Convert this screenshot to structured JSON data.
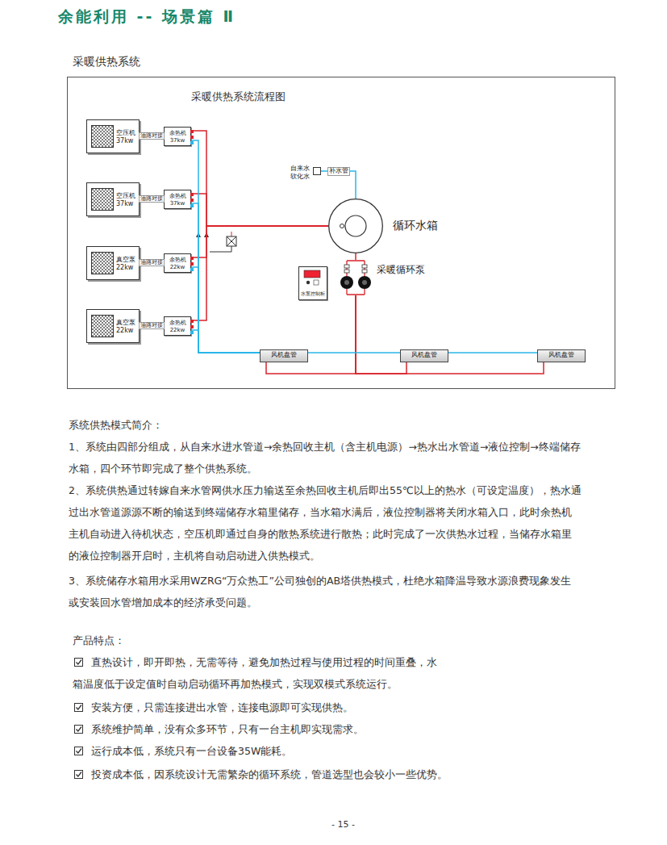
{
  "diagram": {
    "title": "余能利用 -- 场景篇 Ⅱ",
    "nodes": [
      {
        "text": [
          "空压机 37kw"
        ]
      },
      {
        "text": [
          "余热机 37kw"
        ]
      },
      {
        "text": [
          "空压机 37kw"
        ]
      },
      {
        "text": [
          "余热机 37kw"
        ]
      },
      {
        "text": [
          "真空泵 22kw"
        ]
      },
      {
        "text": [
          "余热机 22kw"
        ]
      },
      {
        "text": [
          "真空泵 22kw"
        ]
      },
      {
        "text": [
          "余热机 22kw"
        ]
      },
      {
        "text": [
          "自来水 软化水"
        ]
      },
      {
        "text": [
          "循环水箱"
        ]
      },
      {
        "text": [
          "水泵控制柜"
        ]
      },
      {
        "text": [
          "采暖循环泵"
        ]
      },
      {
        "text": [
          "风机盘管"
        ]
      },
      {
        "text": [
          "风机盘管"
        ]
      },
      {
        "text": [
          "风机盘管"
        ]
      }
    ],
    "edges": [
      {
        "from": 0,
        "to": 1,
        "arrow": "none",
        "label": "油路对接"
      },
      {
        "from": 2,
        "to": 3,
        "arrow": "none",
        "label": "油路对接"
      },
      {
        "from": 4,
        "to": 5,
        "arrow": "none",
        "label": "油路对接"
      },
      {
        "from": 6,
        "to": 7,
        "arrow": "none",
        "label": "油路对接"
      },
      {
        "from": 1,
        "to": 9,
        "arrow": "none"
      },
      {
        "from": 3,
        "to": 9,
        "arrow": "none"
      },
      {
        "from": 5,
        "to": 9,
        "arrow": "none"
      },
      {
        "from": 7,
        "to": 9,
        "arrow": "none"
      },
      {
        "from": 8,
        "to": 9,
        "arrow": "none",
        "label": "补水管"
      },
      {
        "from": 9,
        "to": 11,
        "arrow": "none"
      },
      {
        "from": 11,
        "to": 12,
        "arrow": "none"
      },
      {
        "from": 11,
        "to": 13,
        "arrow": "none"
      },
      {
        "from": 11,
        "to": 14,
        "arrow": "none"
      },
      {
        "from": 12,
        "to": 1,
        "arrow": "none"
      },
      {
        "from": 12,
        "to": 3,
        "arrow": "none"
      },
      {
        "from": 12,
        "to": 5,
        "arrow": "none"
      },
      {
        "from": 12,
        "to": 7,
        "arrow": "none"
      },
      {
        "from": 12,
        "to": 13,
        "arrow": "none"
      },
      {
        "from": 13,
        "to": 14,
        "arrow": "none"
      }
    ],
    "labels": [
      "采暖供热系统",
      "采暖供热系统流程图",
      "系统供热模式简介：",
      "1、系统由四部分组成，从自来水进水管道→余热回收主机（含主机电源）→热水出水管道→液位控制→终端储存水箱，四个环节即完成了整个供热系统。",
      "2、系统供热通过转嫁自来水管网供水压力输送至余热回收主机后即出55℃以上的热水（可设定温度），热水通过出水管道源源不断的输送到终端储存水箱里储存，当水箱水满后，液位控制器将关闭水箱入口，此时余热机主机自动进入待机状态，空压机即通过自身的散热系统进行散热；此时完成了一次供热水过程，当储存水箱里的液位控制器开启时，主机将自动启动进入供热模式。",
      "3、系统储存水箱用水采用WZRG“万众热工”公司独创的AB塔供热模式，杜绝水箱降温导致水源浪费现象发生或安装回水管增加成本的经济承受问题。",
      "产品特点：",
      "直热设计，即开即热，无需等待，避免加热过程与使用过程的时间重叠，水箱温度低于设定值时自动启动循环再加热模式，实现双模式系统运行。",
      "安装方便，只需连接进出水管，连接电源即可实现供热。",
      "系统维护简单，没有众多环节，只有一台主机即实现需求。",
      "运行成本低，系统只有一台设备35W能耗。",
      "投资成本低，因系统设计无需繁杂的循环系统，管道选型也会较小一些优势。",
      "- 15 -"
    ]
  }
}
